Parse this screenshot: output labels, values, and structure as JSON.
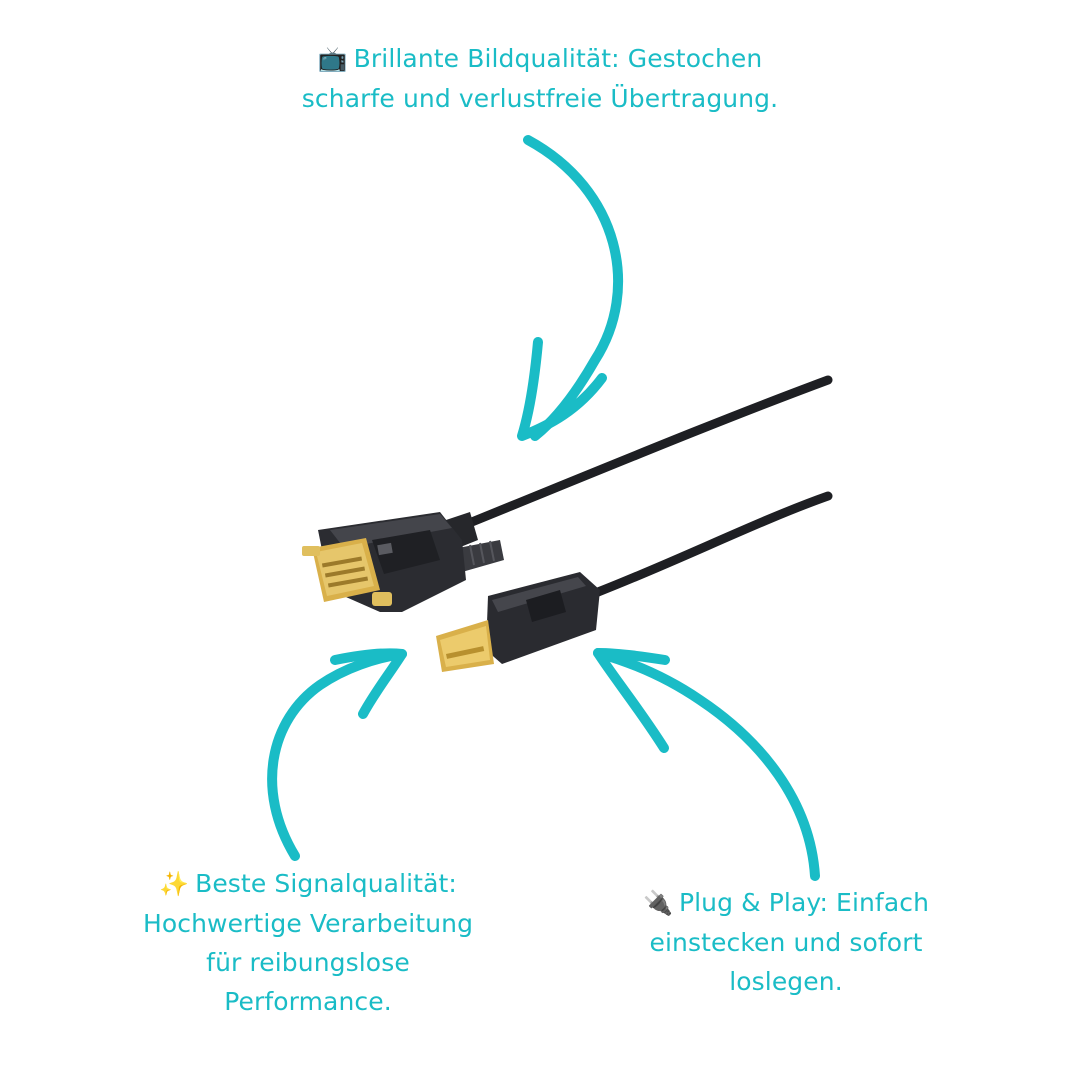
{
  "colors": {
    "accent": "#1ABCC6",
    "background": "#FFFFFF",
    "cable": "#1E1F23",
    "connector_gold": "#D9B04A"
  },
  "callouts": {
    "top": {
      "icon": "television-icon",
      "emoji": "📺",
      "lines": [
        "Brillante Bildqualität: Gestochen",
        "scharfe und verlustfreie Übertragung."
      ]
    },
    "left": {
      "icon": "sparkles-icon",
      "emoji": "✨",
      "lines": [
        "Beste Signalqualität:",
        "Hochwertige Verarbeitung",
        "für reibungslose",
        "Performance."
      ]
    },
    "right": {
      "icon": "electric-plug-icon",
      "emoji": "🔌",
      "lines": [
        "Plug & Play: Einfach",
        "einstecken und sofort",
        "loslegen."
      ]
    }
  },
  "product": {
    "image": "dvi-to-displayport-cable-image"
  }
}
